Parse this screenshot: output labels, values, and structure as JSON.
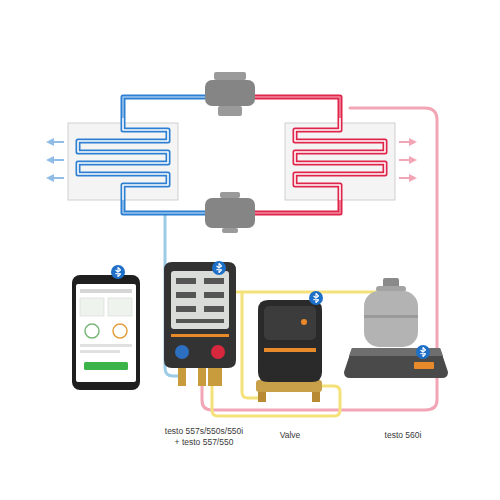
{
  "diagram": {
    "labels": [
      "testo 557s/550s/550i + testo 557/550",
      "Valve",
      "testo 560i"
    ]
  }
}
